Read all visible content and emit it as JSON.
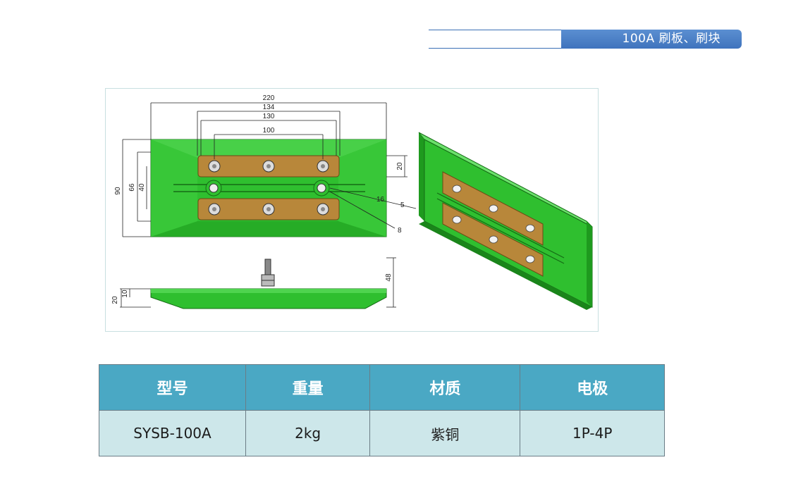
{
  "header": {
    "title": "100A 刷板、刷块",
    "accent_color": "#4a7fc6"
  },
  "drawing": {
    "dimensions": {
      "w220": "220",
      "w134": "134",
      "w130": "130",
      "w100": "100",
      "h90": "90",
      "h66": "66",
      "h40": "40",
      "h20": "20",
      "d16": "16",
      "d5": "5",
      "d8": "8",
      "side48": "48",
      "side20": "20",
      "side10": "10"
    },
    "colors": {
      "plate": "#2fbf2f",
      "plate_dark": "#1e8f1e",
      "strip": "#b8873a",
      "line": "#222222"
    }
  },
  "table": {
    "headers": [
      "型号",
      "重量",
      "材质",
      "电极"
    ],
    "rows": [
      [
        "SYSB-100A",
        "2kg",
        "紫铜",
        "1P-4P"
      ]
    ],
    "colors": {
      "header_bg": "#4aa8c4",
      "row_bg": "#cde7ea"
    }
  }
}
